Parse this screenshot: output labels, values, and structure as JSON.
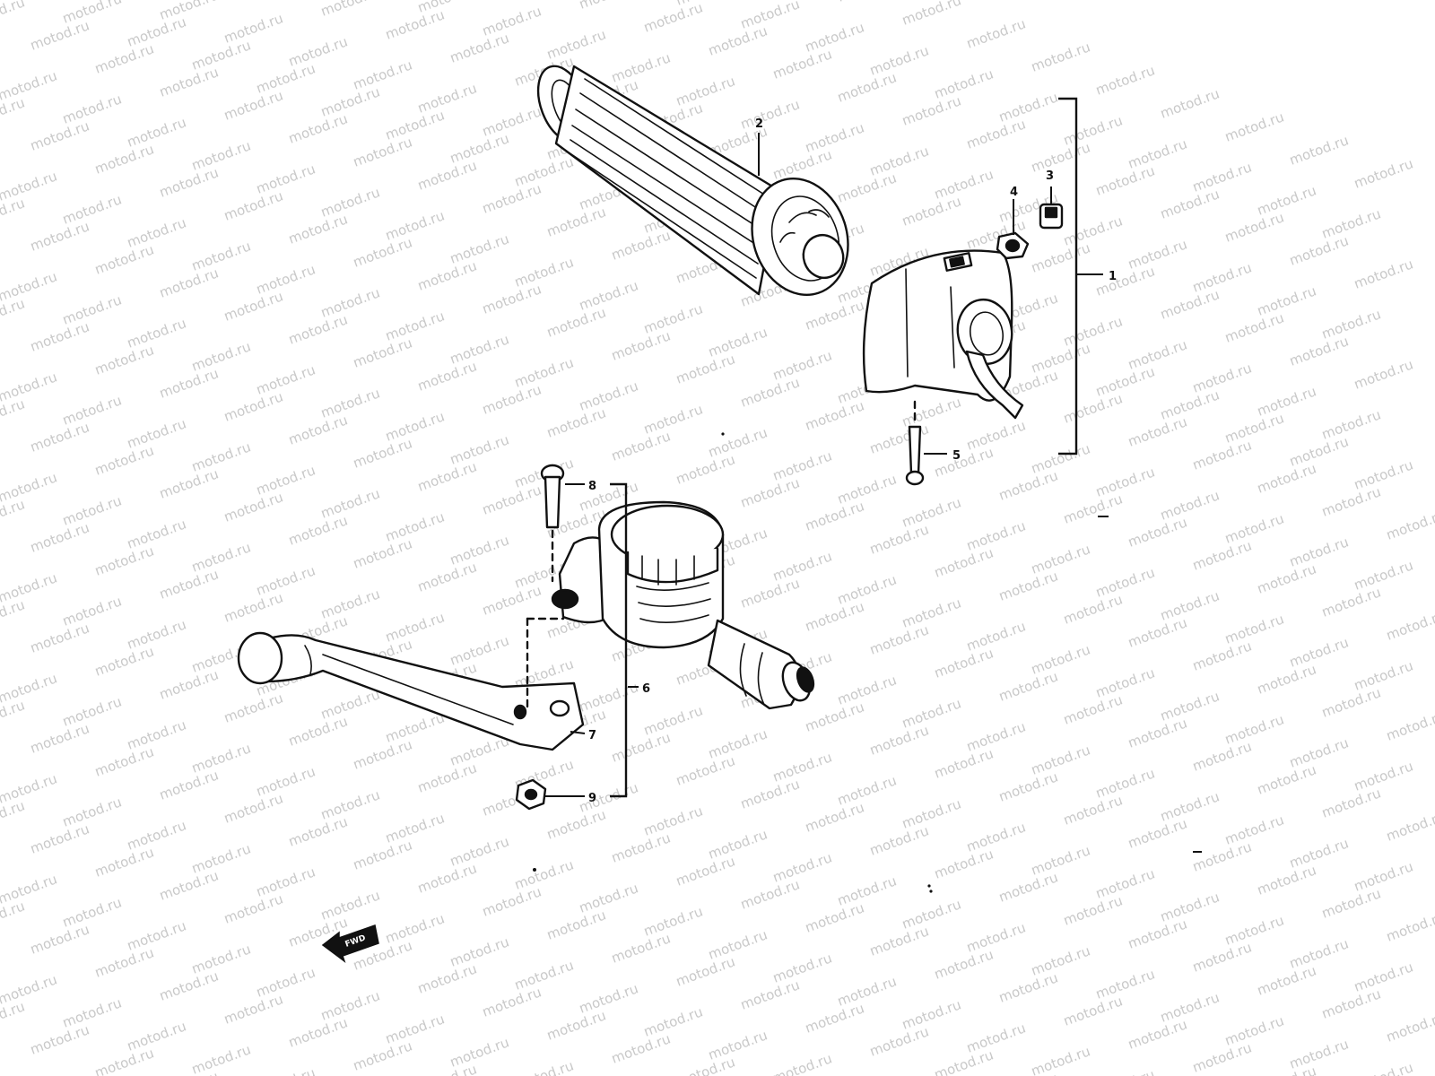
{
  "watermark": {
    "text": "motod.ru"
  },
  "callouts": {
    "c1": "1",
    "c2": "2",
    "c3": "3",
    "c4": "4",
    "c5": "5",
    "c6": "6",
    "c7": "7",
    "c8": "8",
    "c9": "9"
  },
  "direction_marker": {
    "text": "FWD"
  }
}
